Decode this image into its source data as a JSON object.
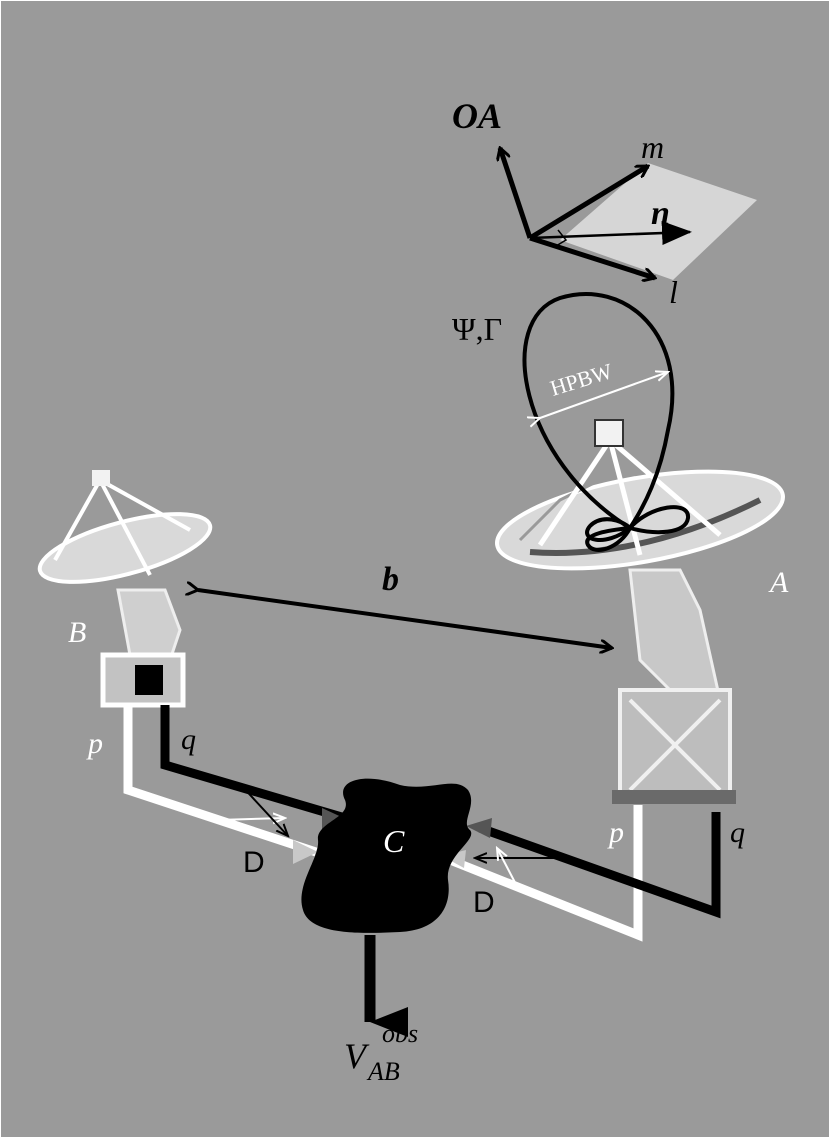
{
  "colors": {
    "background": "#9a9a9a",
    "ink": "#000000",
    "white": "#ffffff",
    "plane": "#d6d6d6",
    "dark_arrow": "#555555",
    "light_arrow": "#c8c8c8"
  },
  "labels": {
    "oa": "OA",
    "m": "m",
    "n": "n",
    "l": "l",
    "psi_gamma": "Ψ,Γ",
    "hpbw": "HPBW",
    "baseline": "b",
    "antenna_a": "A",
    "antenna_b": "B",
    "correlator": "C",
    "p_left": "p",
    "q_left": "q",
    "p_right": "p",
    "q_right": "q",
    "d_left": "D",
    "d_right": "D",
    "v_main": "V",
    "v_sub": "AB",
    "v_sup": "obs"
  }
}
